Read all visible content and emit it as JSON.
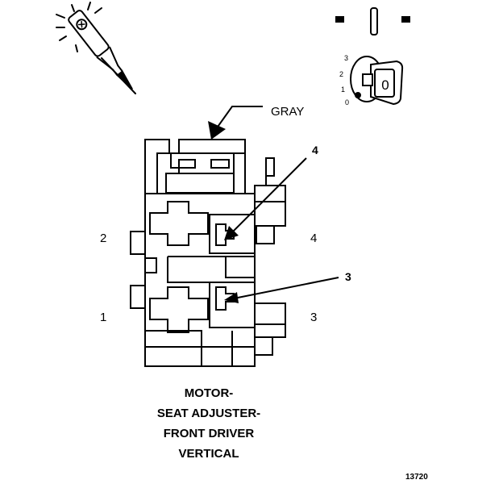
{
  "connector": {
    "wire_color_label": "GRAY",
    "pin_labels": {
      "left_top": "2",
      "left_bottom": "1",
      "right_top": "4",
      "right_bottom": "3"
    },
    "callouts": {
      "upper": "4",
      "lower": "3"
    }
  },
  "ignition_switch": {
    "positions": [
      "3",
      "2",
      "1",
      "0"
    ],
    "key_glyph": "0"
  },
  "caption": [
    "MOTOR-",
    "SEAT ADJUSTER-",
    "FRONT DRIVER",
    "VERTICAL"
  ],
  "figure_number": "13720",
  "icons": {
    "test_light": "test-light-probe-icon",
    "switch_symbol": "off-switch-icon",
    "key": "ignition-key-icon"
  }
}
